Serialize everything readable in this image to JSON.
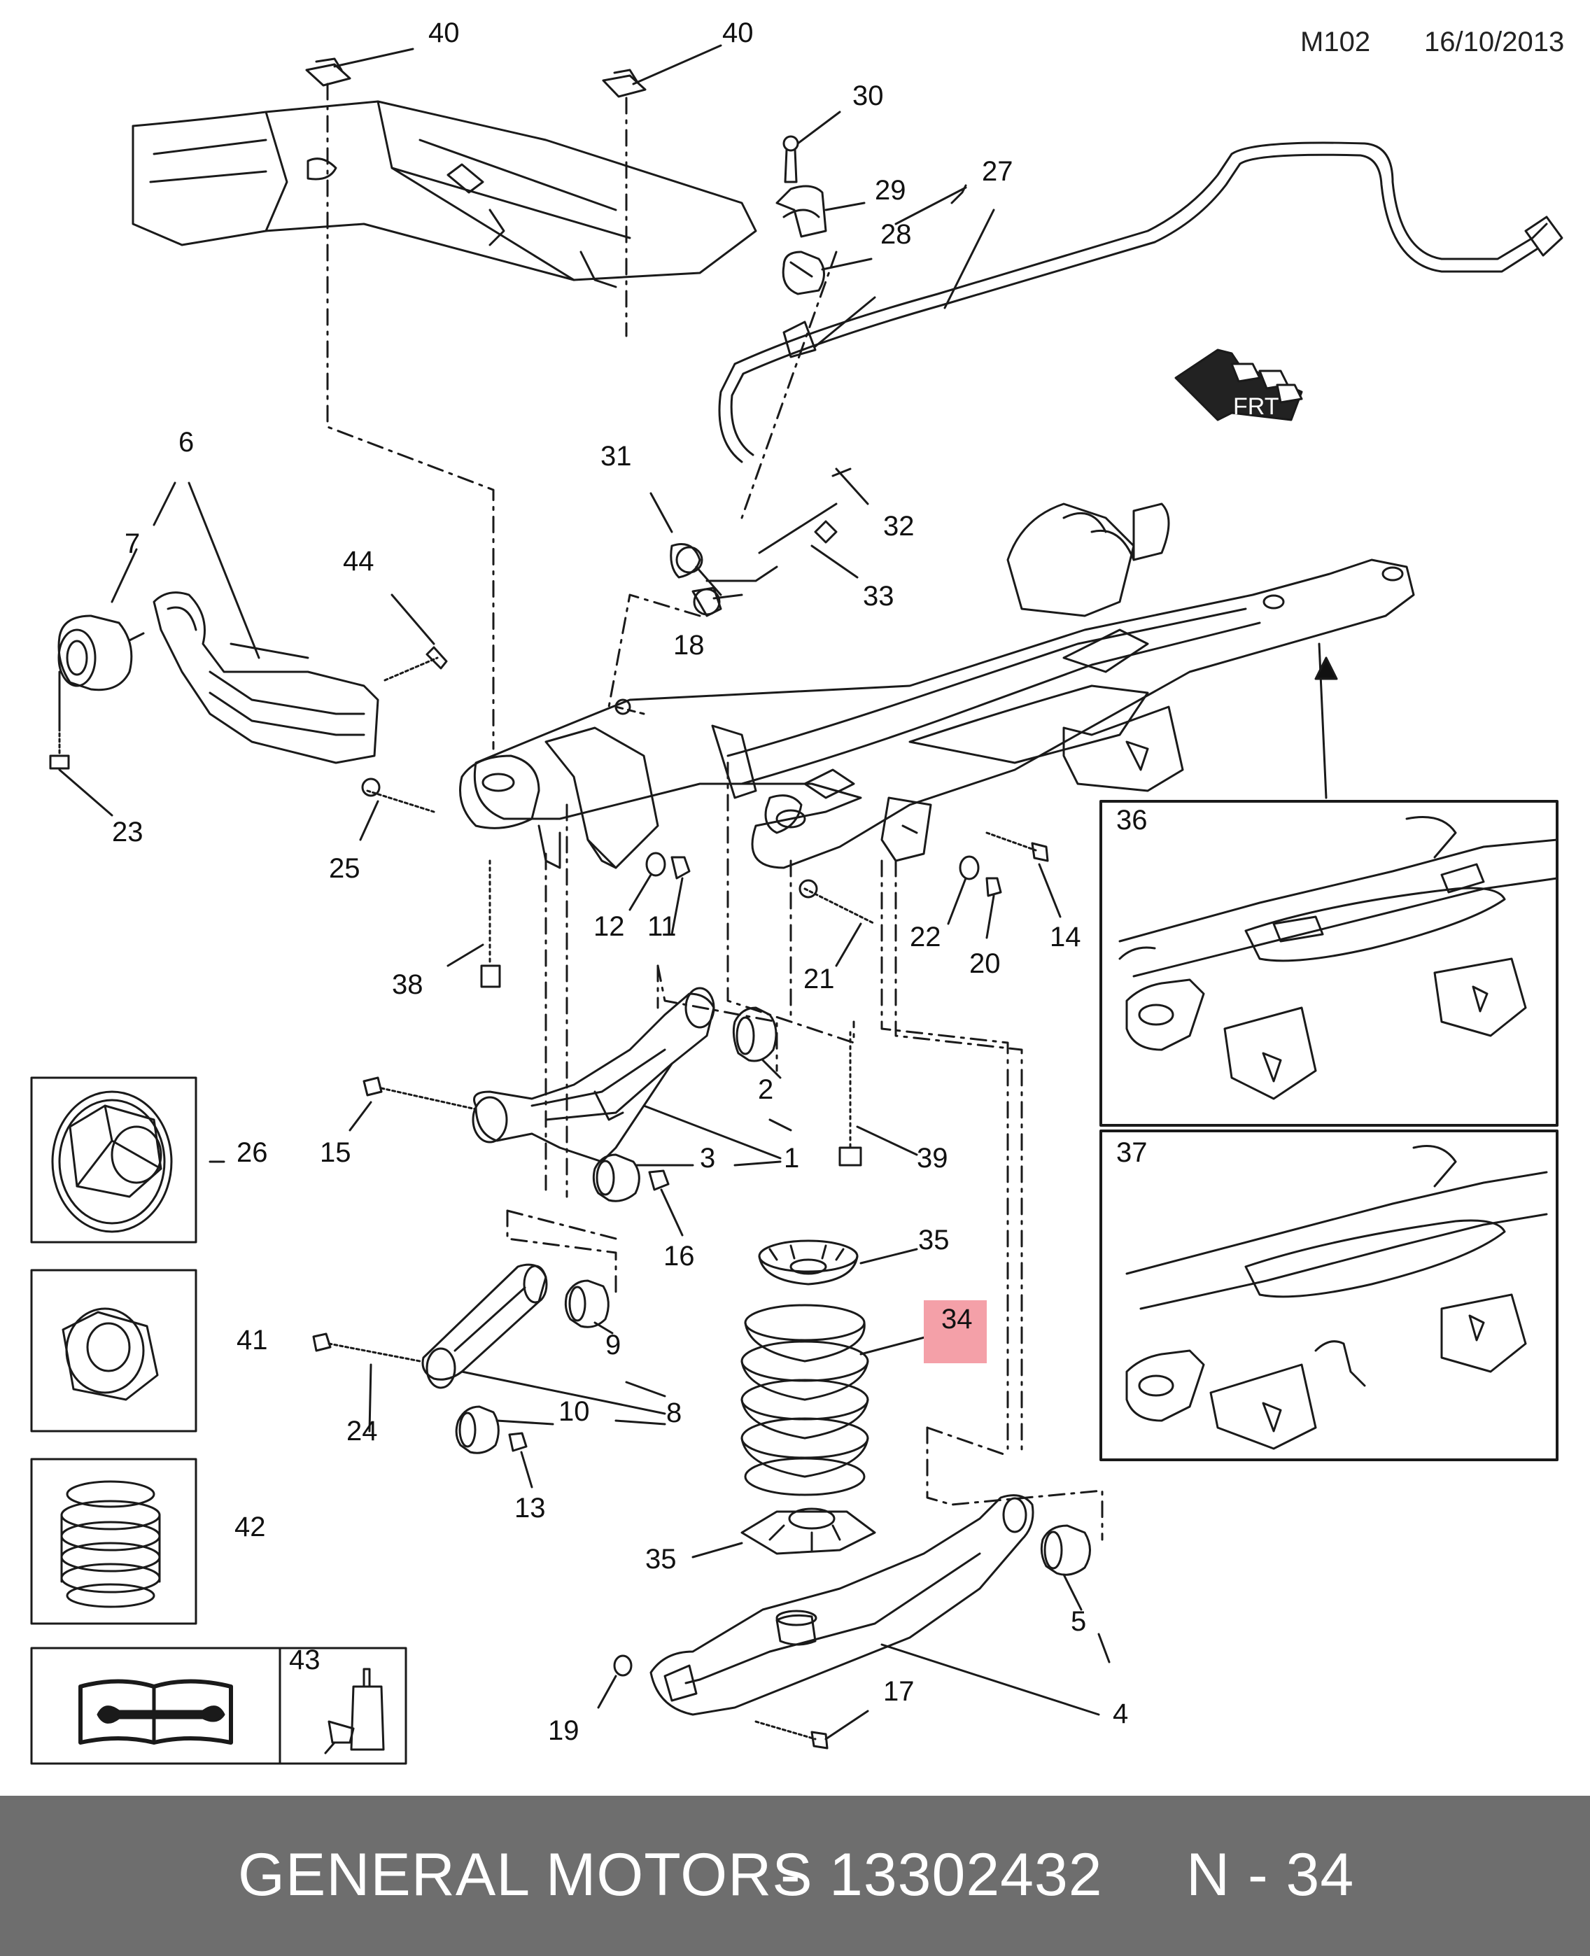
{
  "header": {
    "model_code": "M102",
    "date": "16/10/2013"
  },
  "callouts": [
    "40",
    "40",
    "30",
    "29",
    "27",
    "28",
    "31",
    "32",
    "33",
    "6",
    "7",
    "44",
    "18",
    "23",
    "25",
    "38",
    "12",
    "11",
    "21",
    "22",
    "20",
    "14",
    "2",
    "1",
    "3",
    "15",
    "39",
    "16",
    "26",
    "35",
    "41",
    "9",
    "24",
    "10",
    "8",
    "34",
    "13",
    "35",
    "5",
    "4",
    "17",
    "19",
    "42",
    "43",
    "36",
    "37"
  ],
  "highlight": {
    "label": "34",
    "color": "#f4a0a8"
  },
  "direction_marker": {
    "text": "FRT"
  },
  "footer": {
    "brand": "GENERAL MOTORS",
    "separator": "-",
    "part_number": "13302432",
    "position_label": "N - 34",
    "background": "#6e6e6e",
    "text_color": "#ffffff"
  },
  "icons": [
    "frt-arrow-icon",
    "hex-flange-nut-icon",
    "hex-nut-icon",
    "bellows-boot-icon",
    "repair-manual-icon",
    "adhesive-bottle-icon"
  ]
}
